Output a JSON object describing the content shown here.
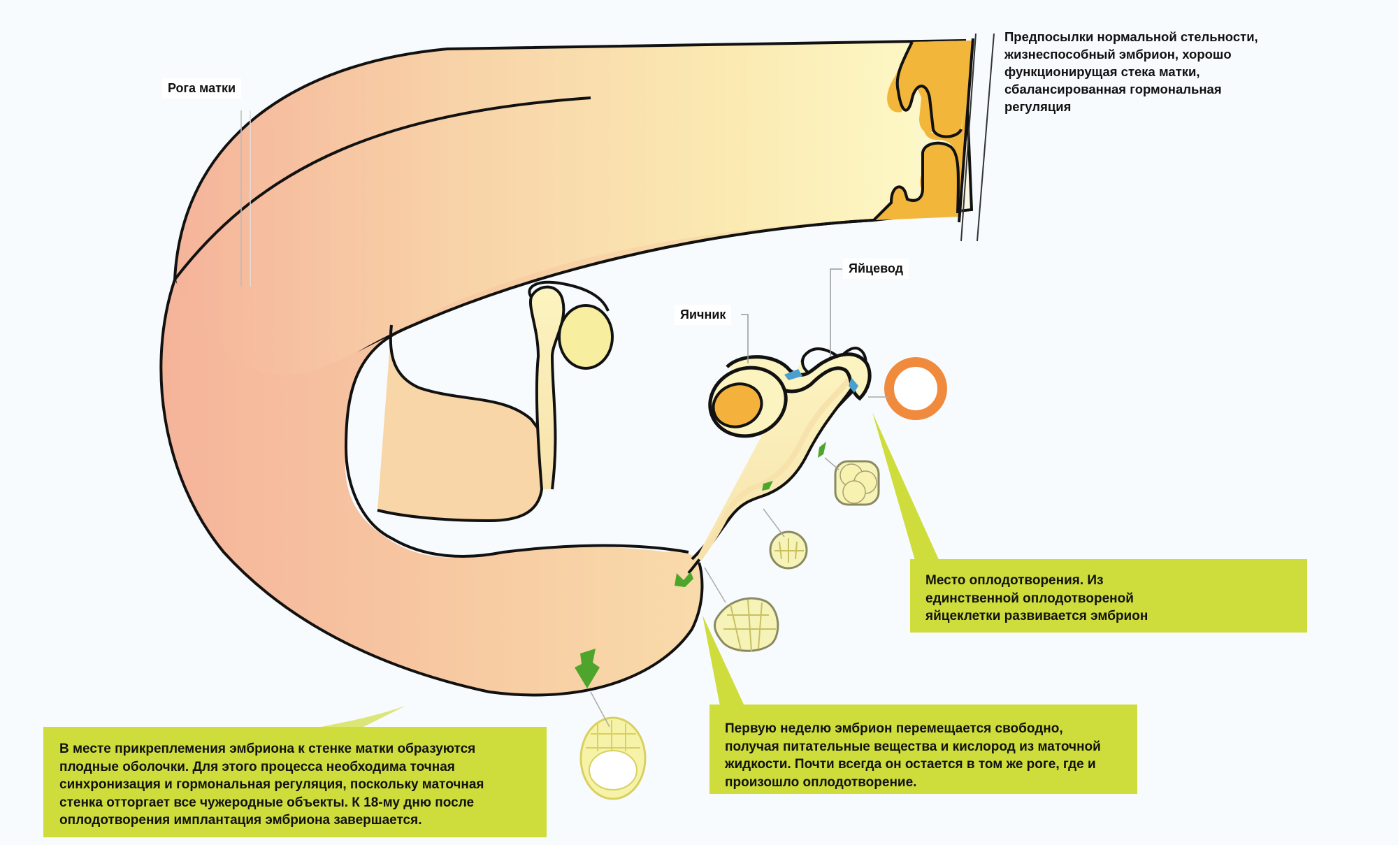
{
  "diagram": {
    "title": "Уterine horns — fertilization and implantation",
    "colors": {
      "horn_pink": "#f5b89a",
      "horn_peach": "#f8d6a8",
      "horn_cream": "#fbf2b8",
      "cervix_orange": "#f2b73a",
      "outline": "#111111",
      "ovary_orange": "#f4b23c",
      "oocyte_ring": "#f08a3c",
      "arrow_green": "#4ea52c",
      "sperm_blue": "#4a9fd0",
      "callout_green": "#cedd3c",
      "embryo_yellow": "#f2f2a0"
    },
    "labels": {
      "horns": "Рога матки",
      "ovary": "Яичник",
      "oviduct": "Яйцевод"
    },
    "top_note": {
      "lines": [
        "Предпосылки нормальной стельности,",
        "жизнеспособный эмбрион, хорошо",
        "функционирущая стека матки,",
        "сбалансированная гормональная",
        "регуляция"
      ]
    },
    "callouts": {
      "fertilization": {
        "lines": [
          "Место оплодотворения. Из",
          "единственной оплодотвореной",
          "яйцеклетки развивается эмбрион"
        ]
      },
      "first_week": {
        "lines": [
          "Первую неделю эмбрион перемещается свободно,",
          "получая питательные вещества и кислород из маточной",
          "жидкости. Почти всегда он остается в том же роге, где и",
          "произошло оплодотворение."
        ]
      },
      "implantation": {
        "lines": [
          "В месте прикреплемения эмбриона к стенке матки образуются",
          "плодные оболочки. Для этого процесса необходима точная",
          "синхронизация и гормональная регуляция, поскольку маточная",
          "стенка отторгает все чужеродные объекты. К 18-му дню после",
          "оплодотворения имплантация эмбриона завершается."
        ]
      }
    },
    "stages": [
      "oocyte",
      "4-cell",
      "morula",
      "early-blastocyst",
      "blastocyst"
    ]
  }
}
